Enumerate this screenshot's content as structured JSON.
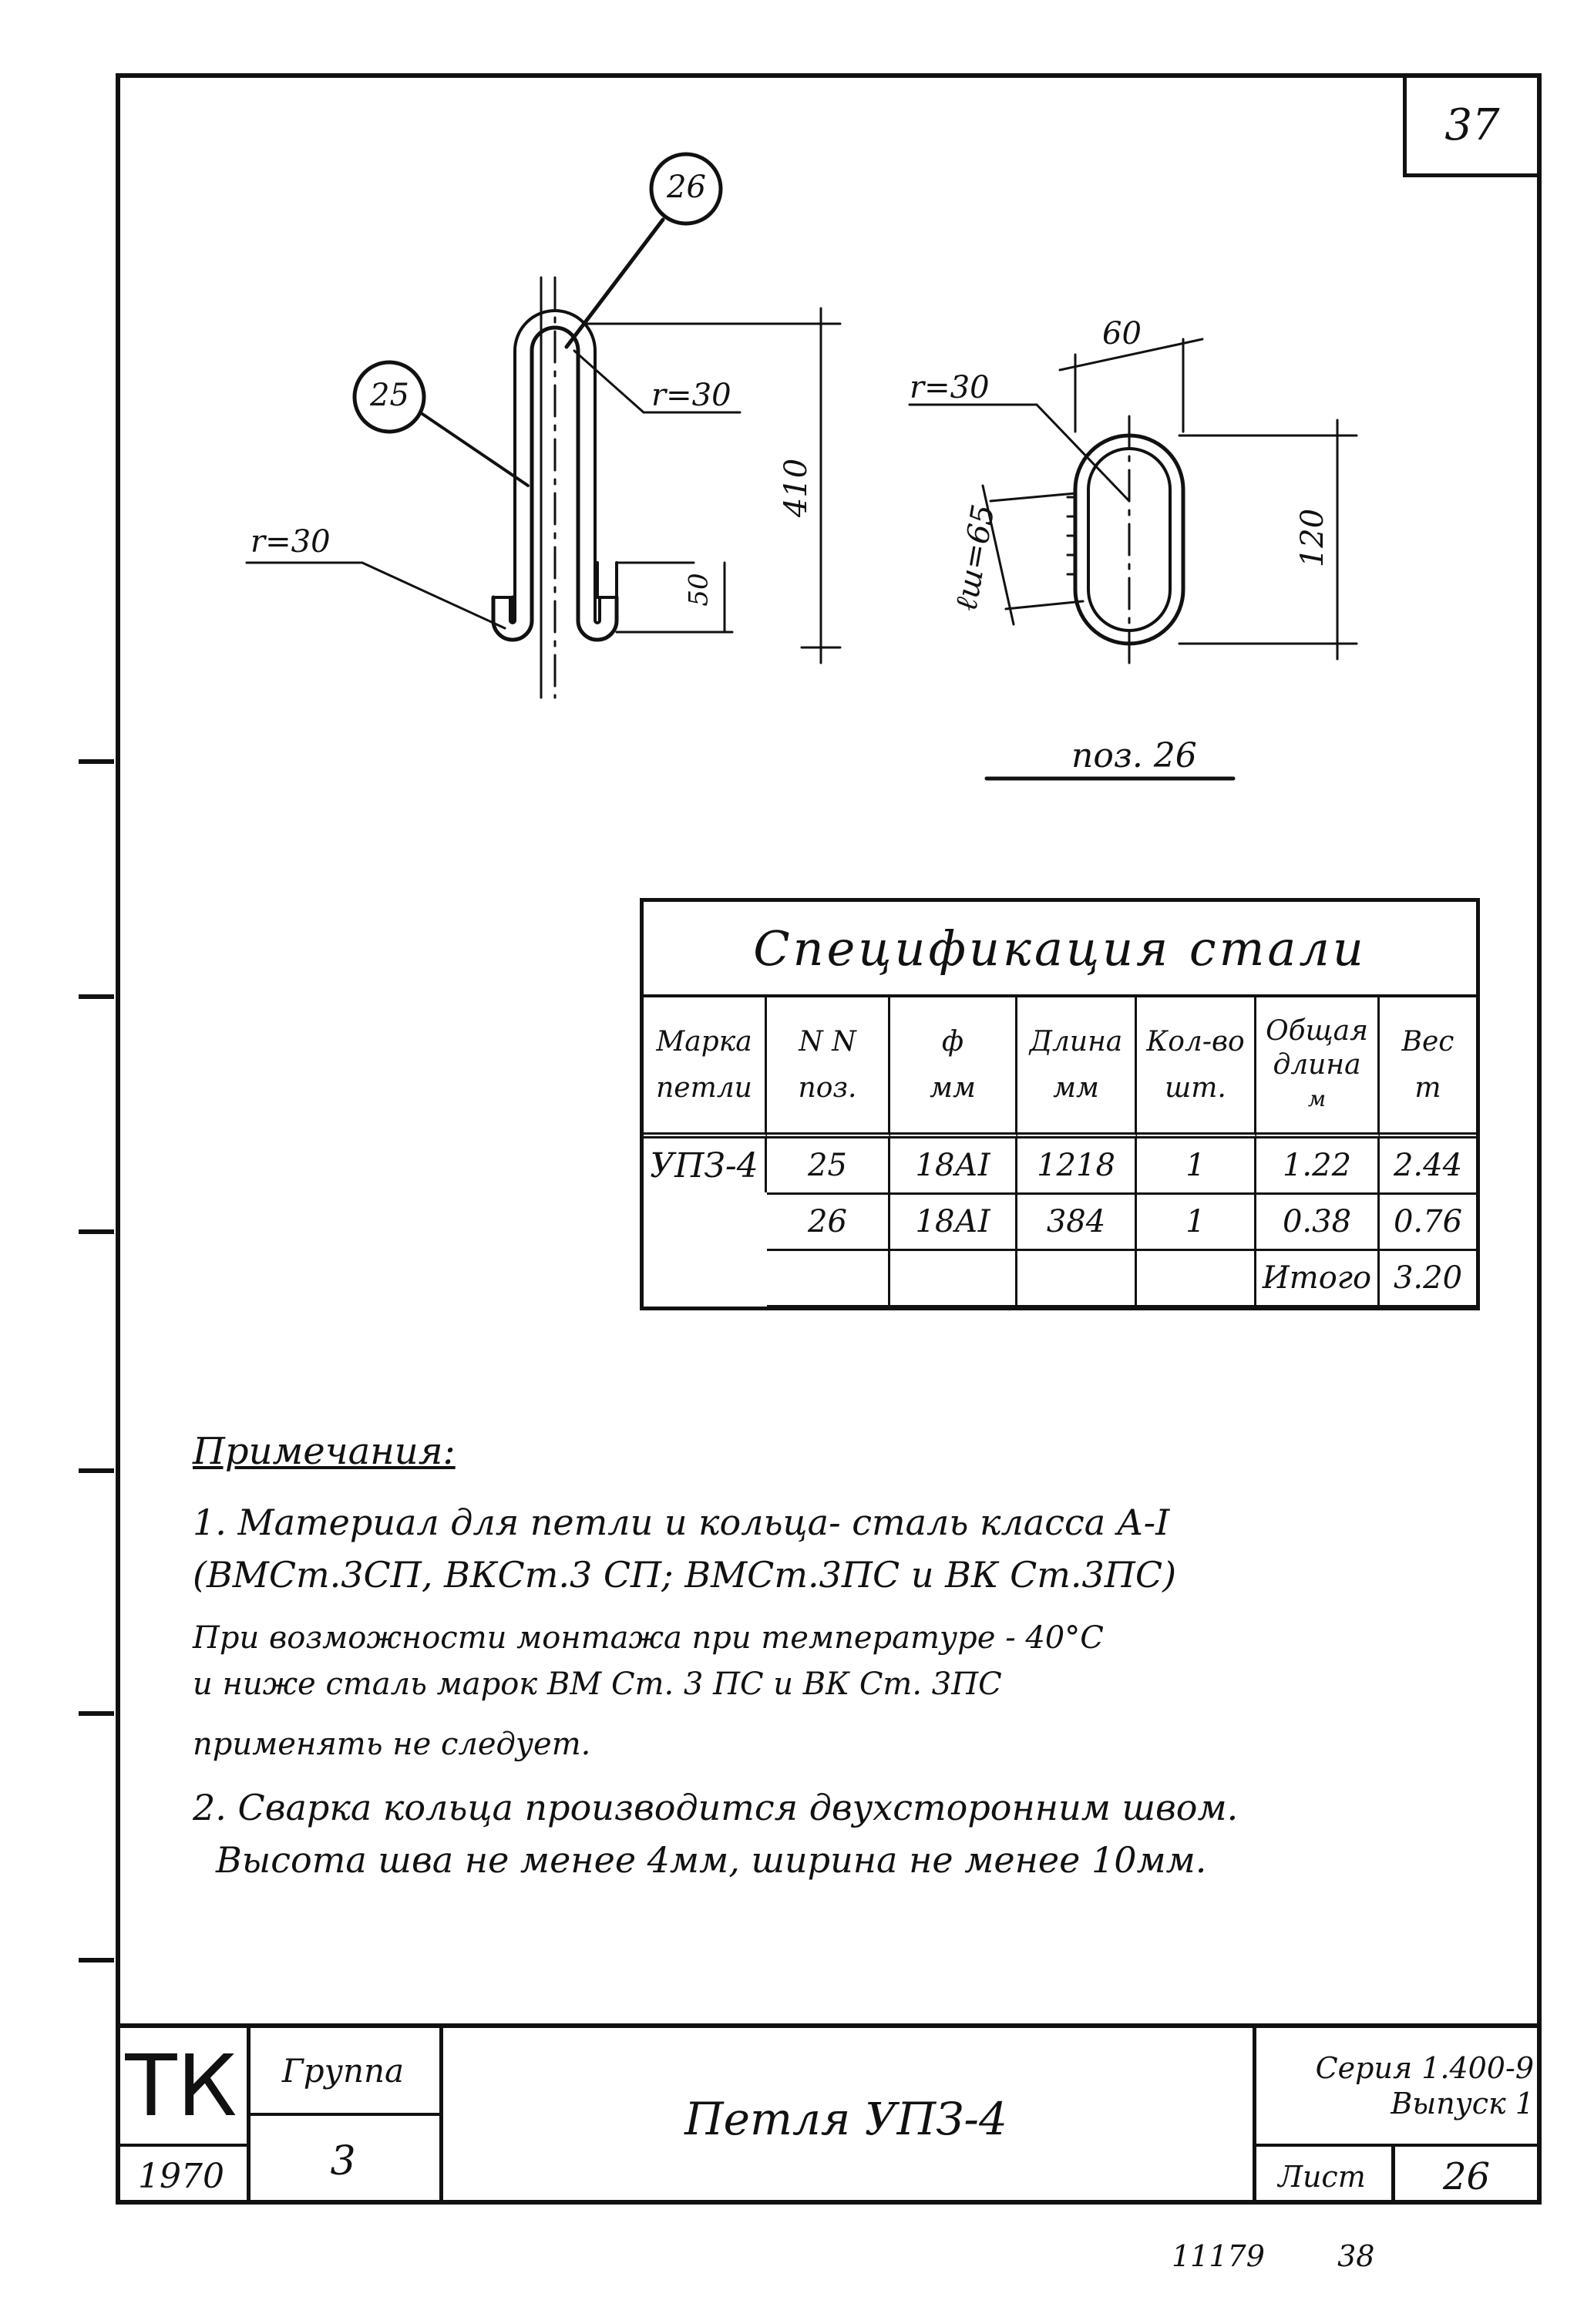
{
  "page_number": "37",
  "drawing": {
    "callout_loop": "26",
    "callout_ring": "25",
    "radius_top": "r=30",
    "radius_left": "r=30",
    "radius_ring": "r=30",
    "dim_height": "410",
    "dim_hook": "50",
    "dim_width": "60",
    "dim_ring_height": "120",
    "dim_weld": "ℓш=65",
    "pos_label": "поз. 26"
  },
  "spec": {
    "title": "Спецификация   стали",
    "headers": [
      [
        "Марка",
        "петли"
      ],
      [
        "N N",
        "поз."
      ],
      [
        "ф",
        "мм"
      ],
      [
        "Длина",
        "мм"
      ],
      [
        "Кол-во",
        "шт."
      ],
      [
        "Общая",
        "длина",
        "м"
      ],
      [
        "Вес",
        "т"
      ]
    ],
    "mark": "УПЗ-4",
    "rows": [
      {
        "pos": "25",
        "dia": "18АI",
        "length": "1218",
        "qty": "1",
        "total_len": "1.22",
        "weight": "2.44"
      },
      {
        "pos": "26",
        "dia": "18АI",
        "length": "384",
        "qty": "1",
        "total_len": "0.38",
        "weight": "0.76"
      }
    ],
    "total_label": "Итого",
    "total_value": "3.20"
  },
  "notes": {
    "title": "Примечания:",
    "n1_l1": "1. Материал для петли и кольца- сталь класса А-I",
    "n1_l2": "(ВМСт.3СП,  ВКСт.3 СП; ВМСт.3ПС и ВК Ст.3ПС)",
    "n1_l3": "При возможности монтажа  при температуре - 40°С",
    "n1_l4": "и ниже сталь марок ВМ Ст. 3 ПС и ВК Ст. 3ПС",
    "n1_l5": "применять  не следует.",
    "n2_l1": "2. Сварка  кольца  производится двухсторонним швом.",
    "n2_l2": "Высота шва не менее 4мм, ширина не менее 10мм."
  },
  "title_block": {
    "org": "ТК",
    "year": "1970",
    "group_label": "Группа",
    "group_value": "3",
    "name": "Петля  УПЗ-4",
    "series": "Серия 1.400-9",
    "issue": "Выпуск 1",
    "sheet_label": "Лист",
    "sheet_value": "26"
  },
  "bottom": {
    "code": "11179",
    "num": "38"
  }
}
